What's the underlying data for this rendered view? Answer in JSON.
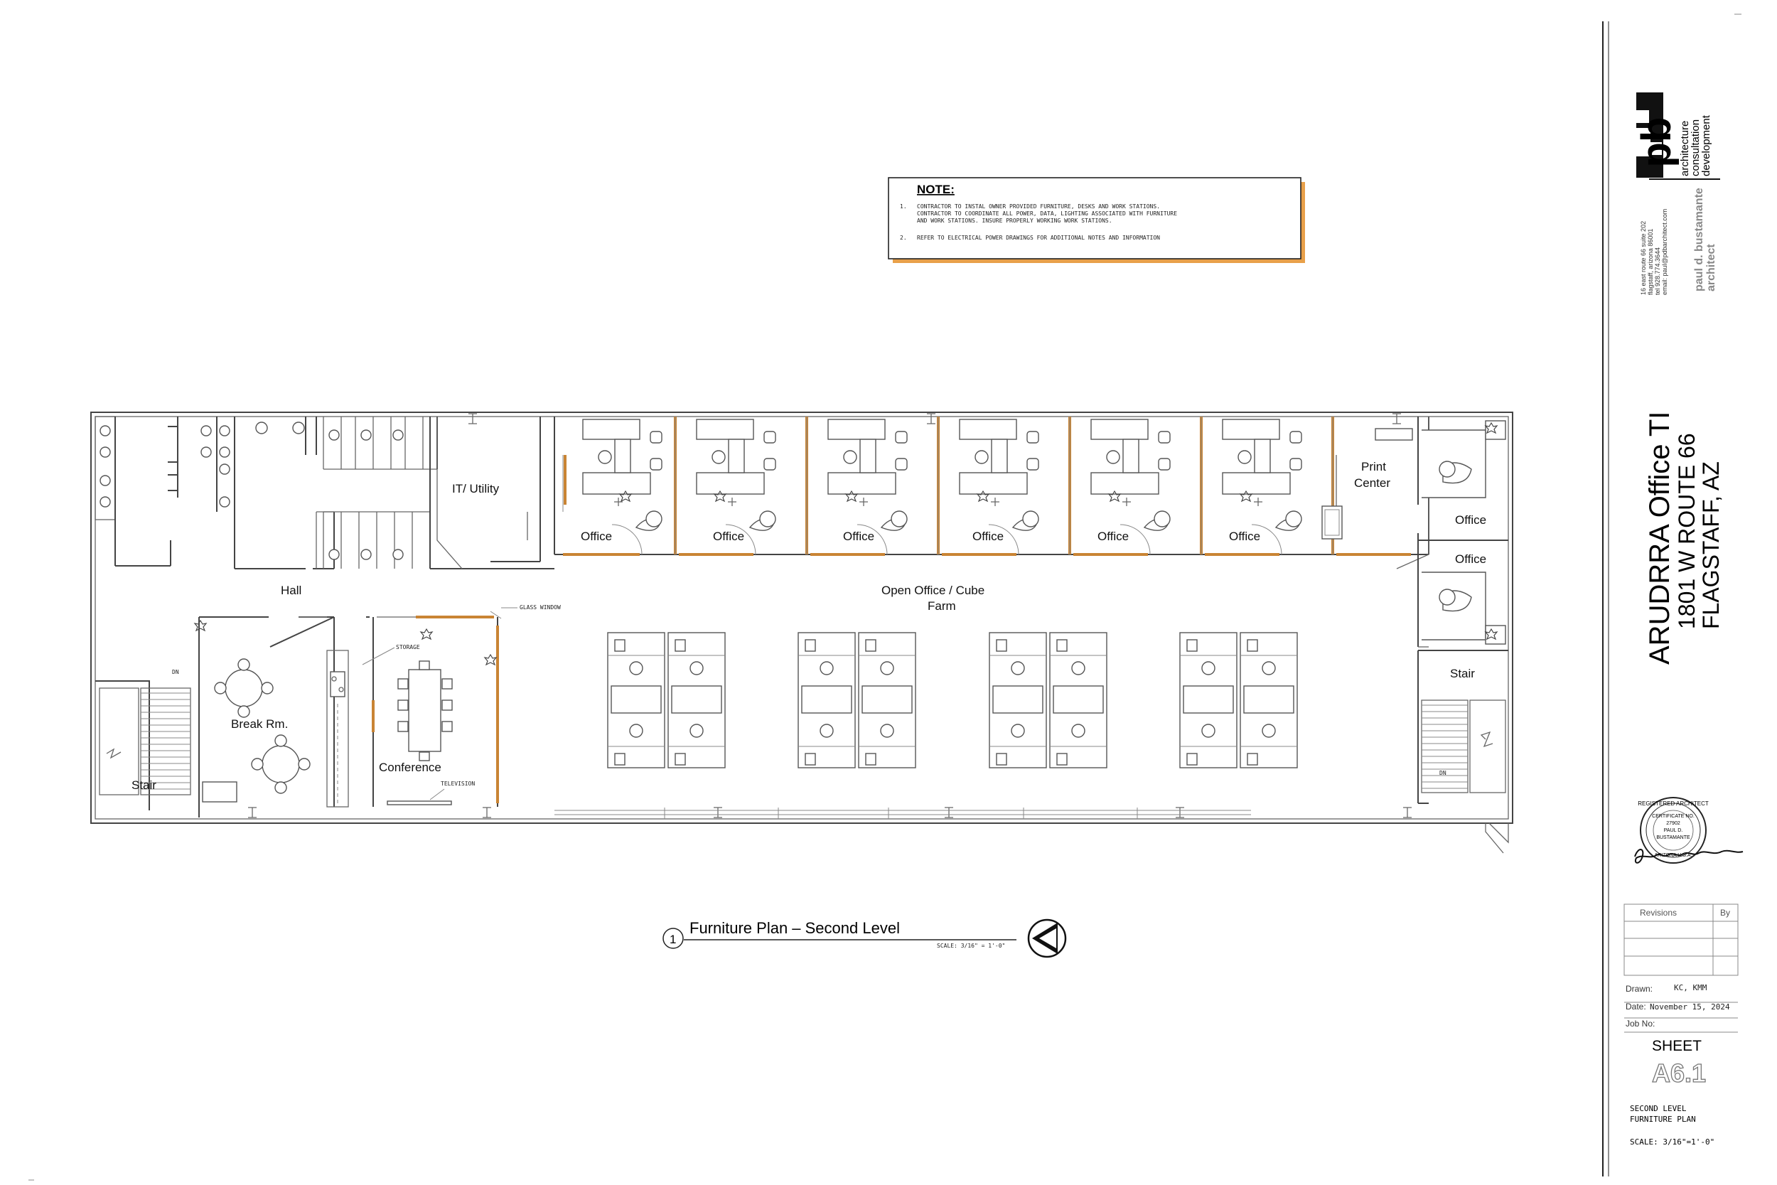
{
  "note": {
    "title": "NOTE:",
    "items": [
      {
        "num": "1.",
        "lines": [
          "CONTRACTOR TO INSTAL OWNER PROVIDED FURNITURE, DESKS AND WORK STATIONS.",
          "CONTRACTOR TO COORDINATE ALL POWER, DATA, LIGHTING ASSOCIATED WITH FURNITURE",
          "AND WORK STATIONS. INSURE PROPERLY WORKING WORK STATIONS."
        ]
      },
      {
        "num": "2.",
        "lines": [
          "REFER TO ELECTRICAL POWER DRAWINGS FOR ADDITIONAL NOTES AND INFORMATION"
        ]
      }
    ],
    "shadow_color": "#e8a04a"
  },
  "rooms": {
    "it_utility": "IT/ Utility",
    "office": "Office",
    "print_center": [
      "Print",
      "Center"
    ],
    "hall": "Hall",
    "open_office": [
      "Open Office / Cube",
      "Farm"
    ],
    "break_room": "Break Rm.",
    "conference": "Conference",
    "stair": "Stair"
  },
  "labels": {
    "glass_window": "GLASS WINDOW",
    "storage": "STORAGE",
    "television": "TELEVISION",
    "dn": "DN"
  },
  "drawing_title": {
    "number": "1",
    "title": "Furniture Plan – Second Level",
    "scale": "SCALE: 3/16\" = 1'-0\""
  },
  "titleblock": {
    "firm_tagline": [
      "architecture",
      "consultation",
      "development"
    ],
    "firm_name": "paul d. bustamante",
    "firm_role": "architect",
    "address": [
      "16 east route 66 suite 202",
      "flagstaff, arizona 86001",
      "tel 928.774.3644",
      "email: paul@pdbarchitect.com"
    ],
    "project_name": "ARUDRRA Office TI",
    "project_address": "1801 W ROUTE 66",
    "project_city": "FLAGSTAFF, AZ",
    "seal_lines": [
      "REGISTERED ARCHITECT",
      "CERTIFICATE NO.",
      "27902",
      "PAUL D.",
      "BUSTAMANTE",
      "ARIZONA U.S.A."
    ],
    "revisions_header": "Revisions",
    "by_header": "By",
    "drawn_label": "Drawn:",
    "drawn_value": "KC, KMM",
    "date_label": "Date:",
    "date_value": "November 15, 2024",
    "job_label": "Job No:",
    "job_value": "",
    "sheet_label": "SHEET",
    "sheet_number": "A6.1",
    "sheet_title": [
      "SECOND LEVEL",
      "FURNITURE PLAN"
    ],
    "sheet_scale": "SCALE: 3/16\"=1'-0\""
  }
}
